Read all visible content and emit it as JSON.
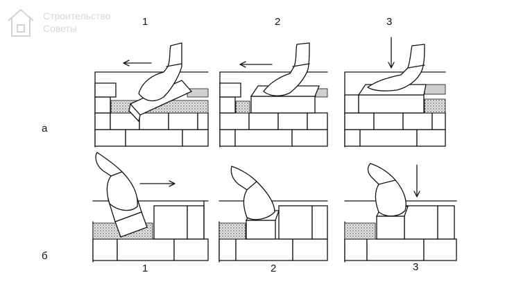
{
  "watermark": {
    "line1": "Строительство",
    "line2": "Советы",
    "icon": "house-icon"
  },
  "row_labels": {
    "top": "а",
    "bottom": "б"
  },
  "top_steps": [
    "1",
    "2",
    "3"
  ],
  "bottom_steps": [
    "1",
    "2",
    "3"
  ]
}
